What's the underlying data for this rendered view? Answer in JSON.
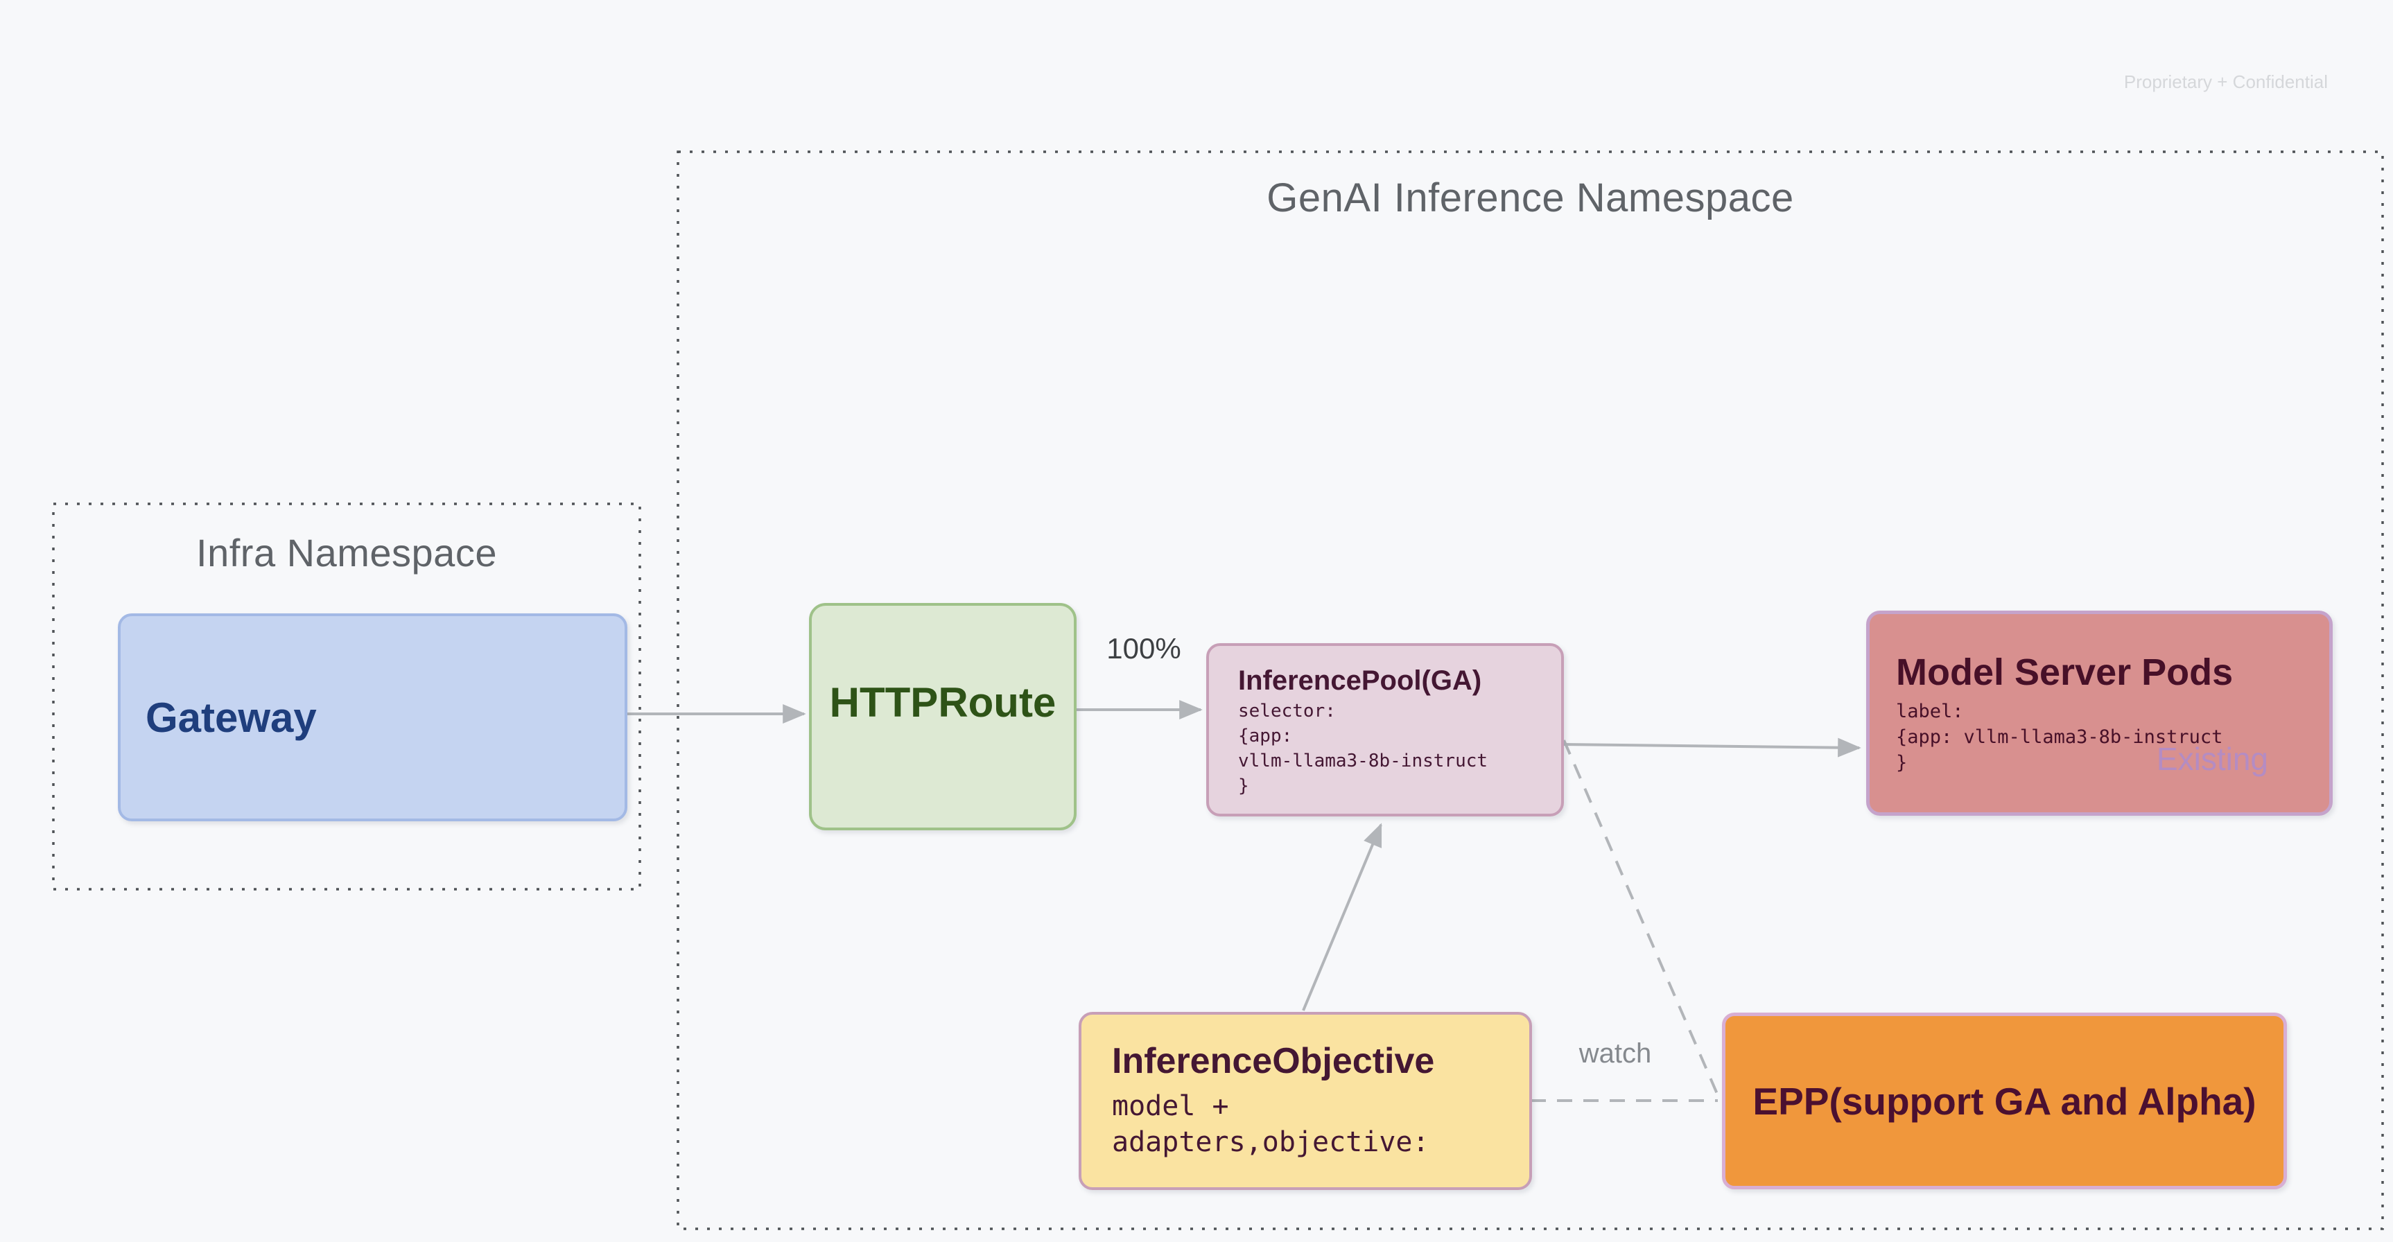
{
  "watermark": "Proprietary + Confidential",
  "namespaces": {
    "infra": {
      "title": "Infra Namespace"
    },
    "genai": {
      "title": "GenAI Inference Namespace"
    }
  },
  "nodes": {
    "gateway": {
      "label": "Gateway"
    },
    "httproute": {
      "label": "HTTPRoute"
    },
    "inference_pool": {
      "title": "InferencePool(GA)",
      "code_lines": [
        "selector:",
        "{app:",
        "vllm-llama3-8b-instruct",
        "}"
      ]
    },
    "model_server_pods": {
      "title": "Model Server Pods",
      "code_lines": [
        "label:",
        "{app: vllm-llama3-8b-instruct",
        "}"
      ],
      "status_tag": "Existing"
    },
    "inference_objective": {
      "title": "InferenceObjective",
      "code_lines": [
        "model +",
        "adapters,objective:"
      ]
    },
    "epp": {
      "label": "EPP(support GA and Alpha)"
    }
  },
  "edge_labels": {
    "traffic_split": "100%",
    "watch": "watch"
  },
  "colors": {
    "background": "#f7f8fa",
    "namespace_border": "#4f5256",
    "namespace_title": "#5f6368",
    "gateway_fill": "#c5d4f1",
    "gateway_text": "#1f3e7d",
    "httproute_fill": "#dde9d3",
    "httproute_text": "#2e5317",
    "inference_pool_fill": "#e6d3de",
    "model_server_pods_fill": "#d8908f",
    "inference_objective_fill": "#fae3a1",
    "epp_fill": "#f0973c",
    "dark_plum_text": "#441733",
    "existing_tag_text": "#b48cc3",
    "arrow": "#b2b5b9",
    "watermark_text": "#d5d7da"
  }
}
